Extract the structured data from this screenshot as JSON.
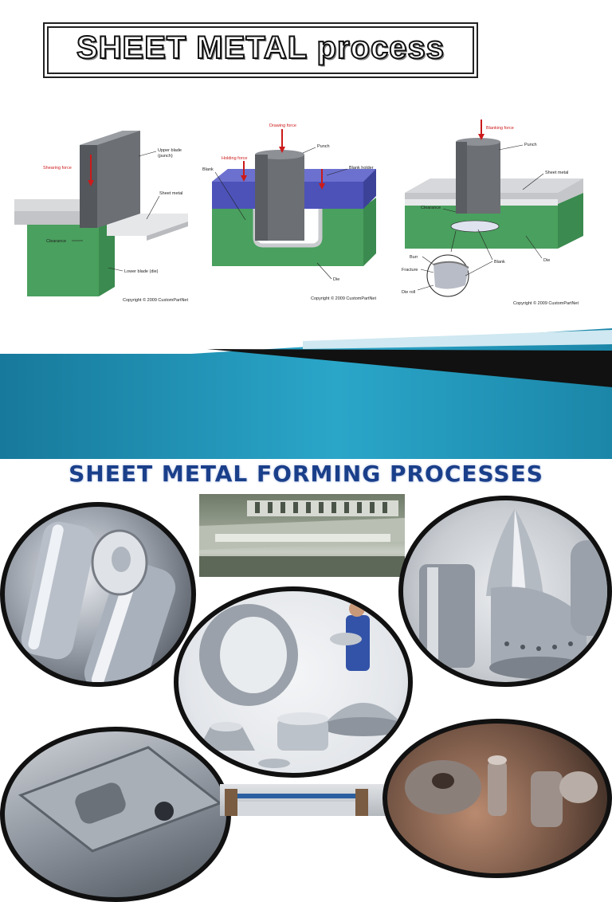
{
  "title": "SHEET METAL process",
  "diagrams": {
    "shearing": {
      "force": "Shearing force",
      "upper_blade": "Upper blade",
      "upper_blade_sub": "(punch)",
      "sheet_metal": "Sheet metal",
      "clearance": "Clearance",
      "lower_blade": "Lower blade (die)",
      "copyright": "Copyright © 2009 CustomPartNet"
    },
    "drawing": {
      "force": "Drawing force",
      "punch": "Punch",
      "holding_force": "Holding force",
      "blank": "Blank",
      "blank_holder": "Blank holder",
      "die": "Die",
      "copyright": "Copyright © 2009 CustomPartNet"
    },
    "blanking": {
      "force": "Blanking force",
      "punch": "Punch",
      "sheet_metal": "Sheet metal",
      "clearance": "Clearance",
      "burr": "Burr",
      "fracture": "Fracture",
      "die_roll": "Die roll",
      "blank": "Blank",
      "die": "Die",
      "copyright": "Copyright © 2009 CustomPartNet"
    }
  },
  "forming": {
    "heading": "SHEET METAL FORMING PROCESSES"
  },
  "colors": {
    "band_teal": "#1b86a8",
    "band_black": "#111111",
    "heading_blue": "#1a3f8a",
    "die_green": "#3f8f52",
    "holder_blue": "#4a4fb5",
    "punch_gray": "#6e7176"
  }
}
